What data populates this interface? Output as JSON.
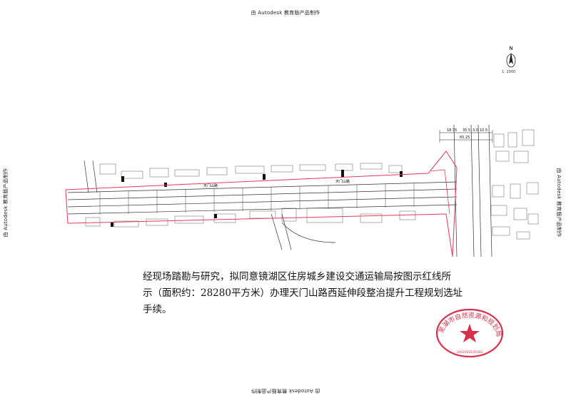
{
  "watermark": {
    "top": "由 Autodesk 教育版产品制作",
    "bottom": "由 Autodesk 教育版产品制作",
    "left": "由 Autodesk 教育版产品制作",
    "right": "由 Autodesk 教育版产品制作"
  },
  "north": {
    "label": "N",
    "scale": "1: 2000"
  },
  "plan": {
    "road_labels": [
      "天门山路",
      "天门山路"
    ],
    "dim_top": [
      "18.75",
      "35.5",
      "3.0",
      "10.5"
    ],
    "dim_total": "65.25"
  },
  "notice": {
    "line1": "经现场踏勘与研究，拟同意镜湖区住房城乡建设交通运输局按图示红线所",
    "line2": "示（面积约：28280平方米）办理天门山路西延伸段整治提升工程规划选址手续。"
  },
  "seal": {
    "text": "芜湖市自然资源和规划局",
    "code": "3402002145183"
  },
  "colors": {
    "redline": "#e23a5a",
    "seal": "#d6304a",
    "road": "#333333",
    "block": "#777777"
  }
}
